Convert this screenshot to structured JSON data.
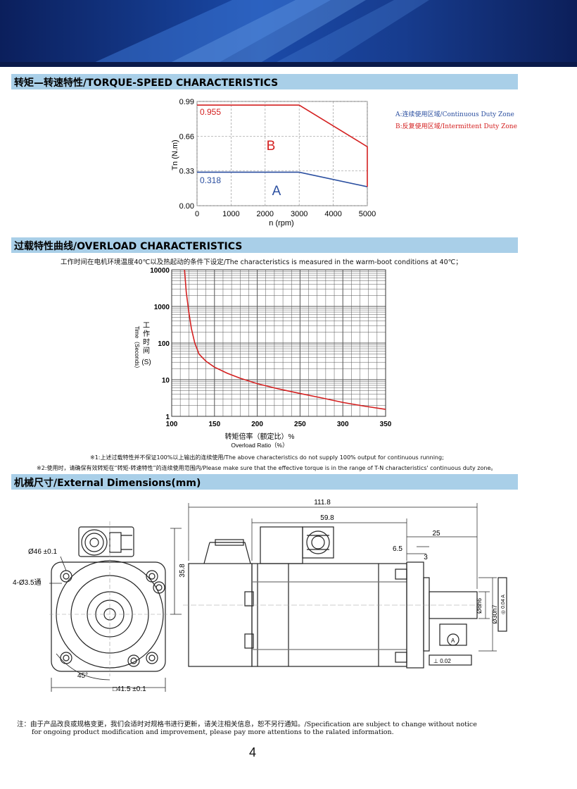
{
  "sections": {
    "torque": "转矩—转速特性/TORQUE-SPEED CHARACTERISTICS",
    "overload": "过载特性曲线/OVERLOAD CHARACTERISTICS",
    "dimensions": "机械尺寸/External Dimensions(mm)"
  },
  "torque_legend": {
    "a": "A:连续使用区域/Continuous Duty Zone",
    "b": "B:反复使用区域/Intermittent Duty Zone"
  },
  "overload_intro": "工作时间在电机环境温度40℃以及热起动的条件下设定/The characteristics is measured in the warm-boot conditions at 40℃；",
  "overload_ylabel_cn": "工作时间",
  "overload_ylabel_unit": "(S)",
  "overload_ylabel_en": "Time（Seconds）",
  "overload_xlabel_cn": "转矩倍率（额定比）%",
  "overload_xlabel_en": "Overload Ratio（%）",
  "notes": {
    "n1": "※1:上述过载特性并不保证100%以上输出的连续使用/The above characteristics do not supply 100% output for continuous running;",
    "n2": "※2:使用时，请确保有效转矩在“转矩-转速特性”的连续使用范围内/Please make sure that the effective torque is in the range of T-N characteristics' continuous duty zone。"
  },
  "dimensions": {
    "d46": "Ø46 ±0.1",
    "holes": "4-Ø3.5通",
    "angle": "45°",
    "square": "□41.5 ±0.1",
    "h358": "35.8",
    "l1118": "111.8",
    "l598": "59.8",
    "l25": "25",
    "l65": "6.5",
    "l3": "3",
    "d8": "Ø8h6",
    "d30": "Ø30h7",
    "conc": "◎ 0.04 A",
    "perp": "⊥ 0.02",
    "datum": "A"
  },
  "footer": {
    "note1": "注：由于产品改良或规格变更，我们会适时对规格书进行更新，请关注相关信息，恕不另行通知。/Specification are subject to change without notice",
    "note2": "for ongoing product modification and improvement, please pay more attentions to the ralated information.",
    "page": "4"
  },
  "colors": {
    "band": "#a9cfe8",
    "zone_a": "#2b4fa0",
    "zone_b": "#d42020",
    "curve": "#d42020"
  },
  "chart_data": [
    {
      "type": "line",
      "title": "",
      "xlabel": "n (rpm)",
      "ylabel": "Tn (N.m)",
      "xlim": [
        0,
        5000
      ],
      "ylim": [
        0,
        0.99
      ],
      "x_ticks": [
        "0",
        "1000",
        "2000",
        "3000",
        "4000",
        "5000"
      ],
      "y_ticks": [
        "0.00",
        "0.33",
        "0.66",
        "0.99"
      ],
      "grid": true,
      "series": [
        {
          "name": "A",
          "x": [
            0,
            3000,
            5000
          ],
          "y": [
            0.318,
            0.318,
            0.18
          ],
          "label": "0.318",
          "color": "#2b4fa0"
        },
        {
          "name": "B",
          "x": [
            0,
            3000,
            5000,
            5000
          ],
          "y": [
            0.955,
            0.955,
            0.56,
            0.18
          ],
          "label": "0.955",
          "color": "#d42020"
        }
      ]
    },
    {
      "type": "line",
      "title": "",
      "xlabel": "转矩倍率（额定比）%",
      "ylabel": "工作时间 (S)",
      "xlim": [
        100,
        350
      ],
      "ylim": [
        1,
        10000
      ],
      "y_scale": "log",
      "x_ticks": [
        "100",
        "150",
        "200",
        "250",
        "300",
        "350"
      ],
      "y_ticks": [
        "1",
        "10",
        "100",
        "1000",
        "10000"
      ],
      "grid": true,
      "series": [
        {
          "x": [
            115,
            117,
            120,
            123,
            127,
            132,
            140,
            150,
            165,
            180,
            200,
            225,
            250,
            275,
            300,
            325,
            350
          ],
          "y": [
            10000,
            2500,
            700,
            250,
            100,
            50,
            32,
            22,
            15,
            11,
            7.8,
            5.6,
            4.2,
            3.2,
            2.4,
            1.9,
            1.55
          ]
        }
      ]
    }
  ]
}
